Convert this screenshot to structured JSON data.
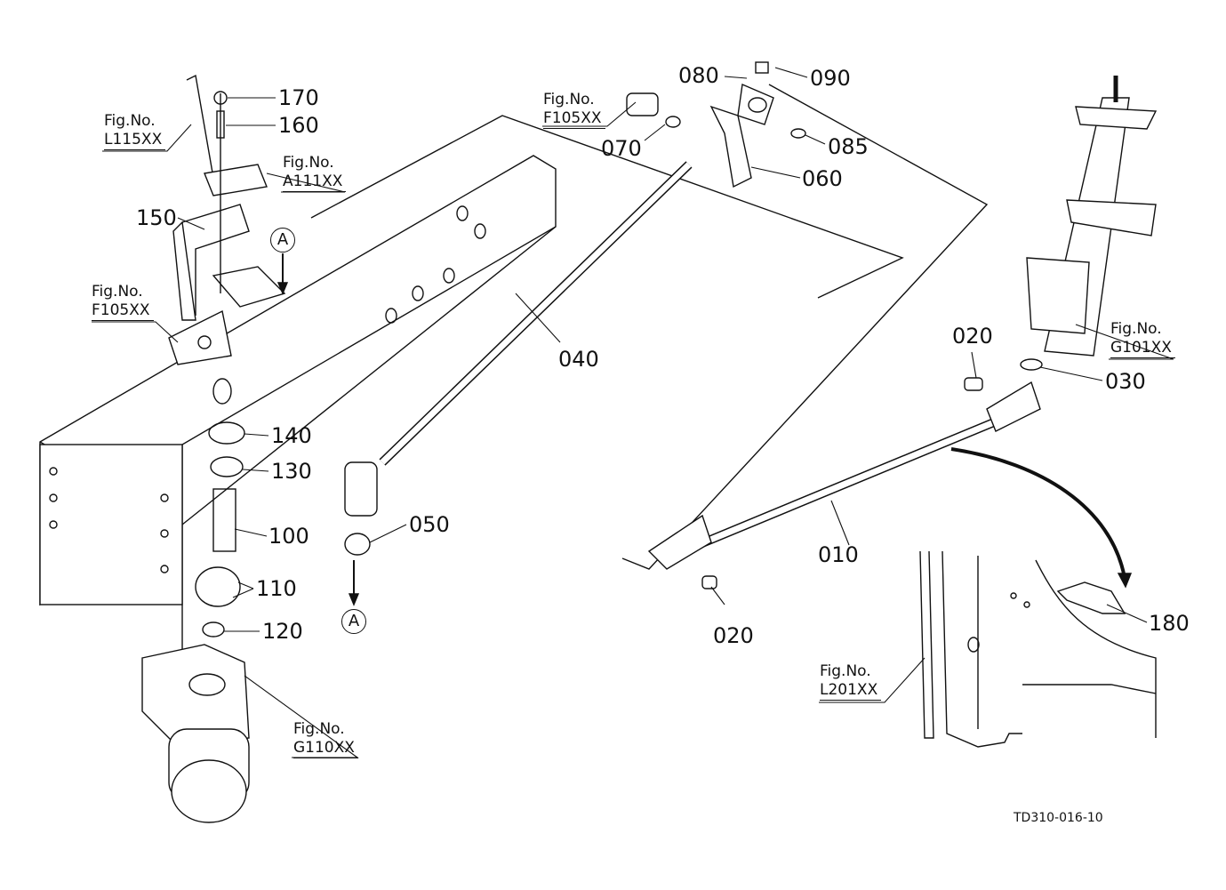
{
  "diagram": {
    "title_code": "TD310-016-10",
    "part_labels": [
      {
        "id": "170",
        "text": "170"
      },
      {
        "id": "160",
        "text": "160"
      },
      {
        "id": "150",
        "text": "150"
      },
      {
        "id": "140",
        "text": "140"
      },
      {
        "id": "130",
        "text": "130"
      },
      {
        "id": "100",
        "text": "100"
      },
      {
        "id": "110",
        "text": "110"
      },
      {
        "id": "120",
        "text": "120"
      },
      {
        "id": "040",
        "text": "040"
      },
      {
        "id": "050",
        "text": "050"
      },
      {
        "id": "070",
        "text": "070"
      },
      {
        "id": "080",
        "text": "080"
      },
      {
        "id": "090",
        "text": "090"
      },
      {
        "id": "085",
        "text": "085"
      },
      {
        "id": "060",
        "text": "060"
      },
      {
        "id": "020a",
        "text": "020"
      },
      {
        "id": "030",
        "text": "030"
      },
      {
        "id": "010",
        "text": "010"
      },
      {
        "id": "020b",
        "text": "020"
      },
      {
        "id": "180",
        "text": "180"
      }
    ],
    "figure_refs": [
      {
        "prefix": "Fig.No.",
        "ref": "L115XX"
      },
      {
        "prefix": "Fig.No.",
        "ref": "A111XX"
      },
      {
        "prefix": "Fig.No.",
        "ref": "F105XX"
      },
      {
        "prefix": "Fig.No.",
        "ref": "F105XX"
      },
      {
        "prefix": "Fig.No.",
        "ref": "G101XX"
      },
      {
        "prefix": "Fig.No.",
        "ref": "G110XX"
      },
      {
        "prefix": "Fig.No.",
        "ref": "L201XX"
      }
    ],
    "connector_marks": [
      {
        "text": "A"
      },
      {
        "text": "A"
      }
    ]
  }
}
